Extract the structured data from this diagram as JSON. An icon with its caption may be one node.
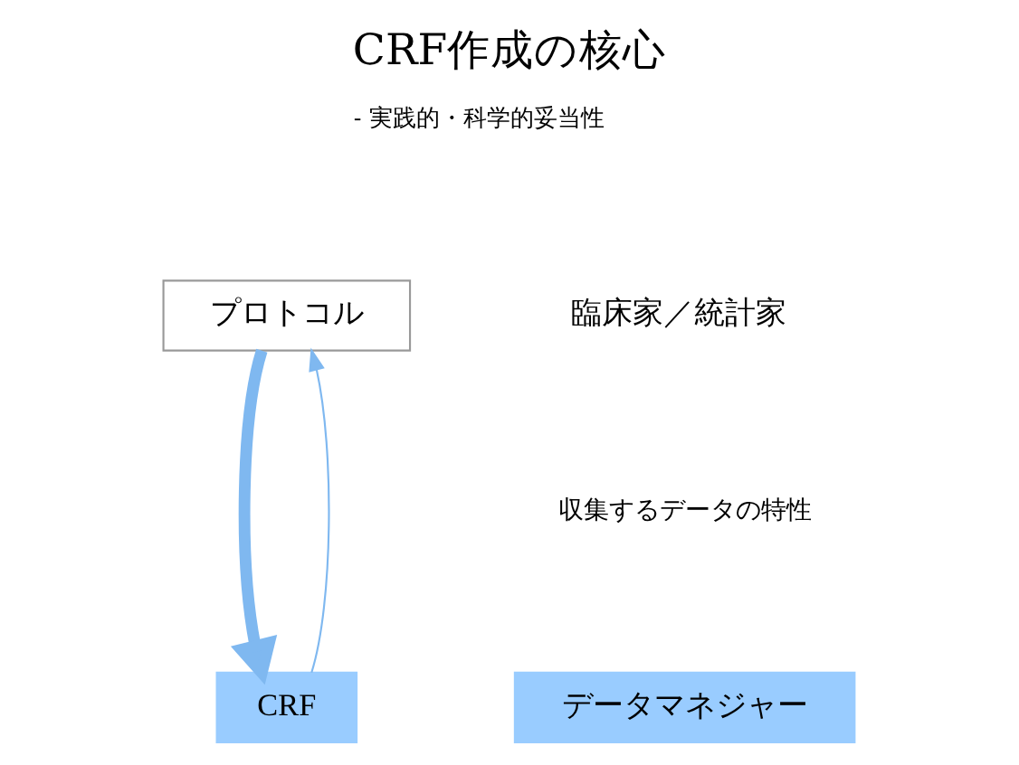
{
  "diagram": {
    "title": "CRF作成の核心",
    "nodes": [
      {
        "text": [
          "プロトコル"
        ]
      },
      {
        "text": [
          "臨床家／統計家"
        ]
      },
      {
        "text": [
          "CRF"
        ]
      },
      {
        "text": [
          "データマネジャー"
        ]
      }
    ],
    "edges": [
      {
        "from": 0,
        "to": 2,
        "arrow": "to",
        "style": "thick"
      },
      {
        "from": 2,
        "to": 0,
        "arrow": "to"
      }
    ],
    "labels": [
      "- 実践的・科学的妥当性",
      "収集するデータの特性"
    ]
  }
}
